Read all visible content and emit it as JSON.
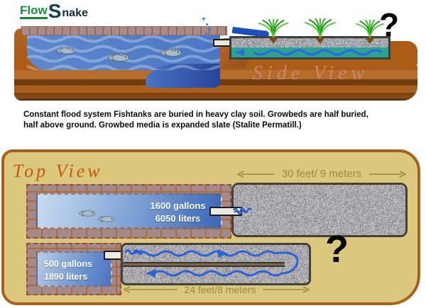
{
  "logo": {
    "flow": "Flow",
    "s": "S",
    "nake": "nake"
  },
  "side_view": {
    "title": "Side View",
    "question_mark": "?",
    "bubble_sparkle": "+"
  },
  "caption": {
    "line1": "Constant flood system Fishtanks are buried in heavy clay soil. Growbeds are half buried,",
    "line2": "half above ground. Growbed media is expanded slate (Stalite Permatill.)"
  },
  "top_view": {
    "title": "Top View",
    "question_mark": "?",
    "dimension_top": "30 feet/ 9 meters",
    "dimension_bottom": "24 feet/8 meters",
    "large_tank": {
      "gallons": "1600 gallons",
      "liters": "6050 liters"
    },
    "small_tank": {
      "gallons": "500 gallons",
      "liters": "1890 liters"
    }
  },
  "colors": {
    "panel_tan": "#dbc77d",
    "panel_border": "#aa6018",
    "soil_brown": "#ab5c17",
    "water_blue": "#4a76c4",
    "teal_water": "#2ba294",
    "flow_arrow_blue": "#2b62d8",
    "dimension_khaki": "#9c8a42",
    "brick_mauve": "#a48989",
    "logo_green": "#13953c",
    "logo_navy": "#0d2c3c"
  }
}
